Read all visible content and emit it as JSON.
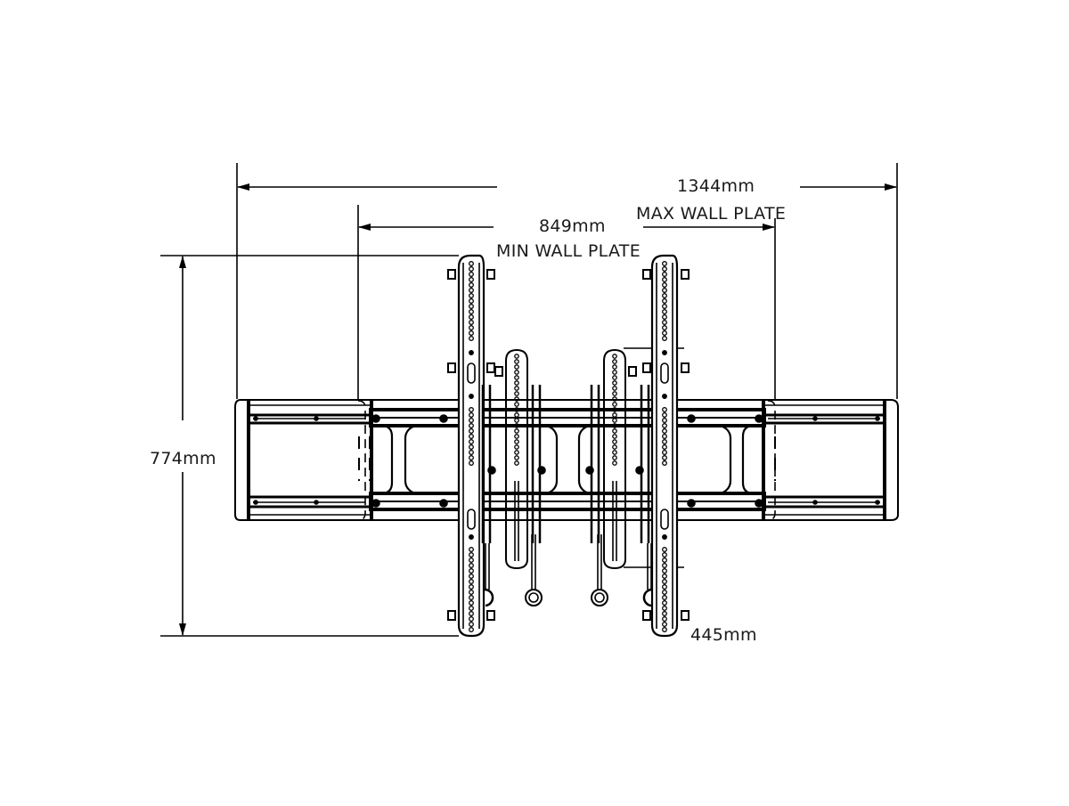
{
  "diagram": {
    "title": "TV wall mount technical drawing",
    "line_color": "#000000",
    "background_color": "#ffffff",
    "dimensions": {
      "overall_width": {
        "value": "1344mm",
        "label": "MAX WALL PLATE"
      },
      "min_width": {
        "value": "849mm",
        "label": "MIN WALL PLATE"
      },
      "height": {
        "value": "774mm"
      },
      "tilt_spacing": {
        "value": "445mm"
      }
    },
    "components": {
      "wall_plate": "extendable horizontal wall plate with left and right extension arms",
      "vertical_rails": 2,
      "inner_brackets": 2,
      "pull_cord_eyelets": 4
    }
  }
}
